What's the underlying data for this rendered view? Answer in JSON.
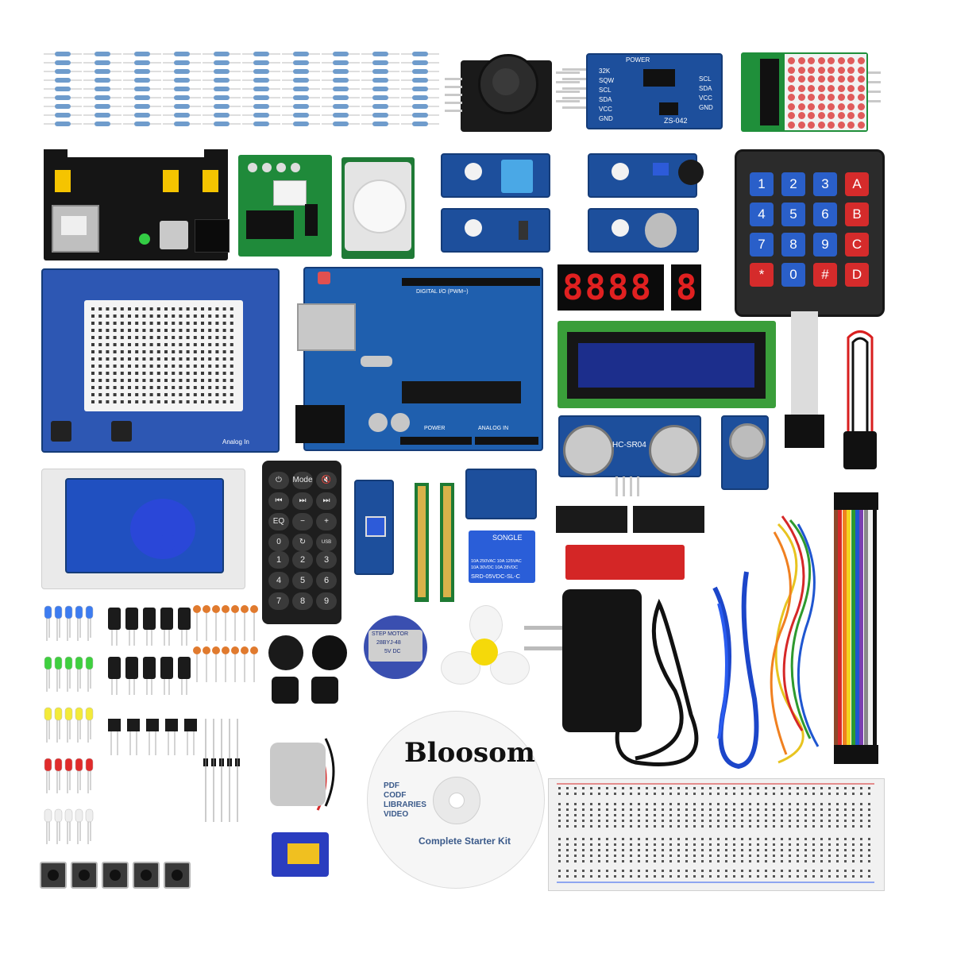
{
  "brand": "Bloosom",
  "disc": {
    "items": [
      "PDF",
      "CODF",
      "LIBRARIES",
      "VIDEO"
    ],
    "subtitle": "Complete Starter Kit"
  },
  "keypad": {
    "keys": [
      "1",
      "2",
      "3",
      "A",
      "4",
      "5",
      "6",
      "B",
      "7",
      "8",
      "9",
      "C",
      "*",
      "0",
      "#",
      "D"
    ]
  },
  "remote": {
    "top_row": [
      "⏻",
      "Mode",
      "🔇"
    ],
    "row2": [
      "⏮",
      "⏭",
      "⏭"
    ],
    "row3": [
      "EQ",
      "−",
      "+"
    ],
    "row4": [
      "0",
      "↻",
      "USB SCAN"
    ],
    "numbers": [
      "1",
      "2",
      "3",
      "4",
      "5",
      "6",
      "7",
      "8",
      "9"
    ]
  },
  "rtc": {
    "power": "POWER",
    "left_pins": [
      "32K",
      "SQW",
      "SCL",
      "SDA",
      "VCC",
      "GND"
    ],
    "right_pins": [
      "SCL",
      "SDA",
      "VCC",
      "GND"
    ],
    "model": "ZS-042"
  },
  "ultrasonic": {
    "model": "HC-SR04"
  },
  "stepper": {
    "line1": "STEP MOTOR",
    "line2": "28BYJ-48",
    "line3": "5V DC"
  },
  "relay": {
    "brand": "SONGLE",
    "line1": "10A 250VAC 10A 125VAC",
    "line2": "10A 30VDC 10A 28VDC",
    "model": "SRD-05VDC-SL-C"
  },
  "uno": {
    "digital": "DIGITAL I/O (PWM~)",
    "power": "POWER",
    "analog": "ANALOG IN"
  },
  "proto": {
    "label": "Analog In"
  },
  "colors": {
    "pcb_blue": "#1d4f9c",
    "keypad_blue": "#2a5fc9",
    "keypad_red": "#d52b2b",
    "lcd_green": "#3a9e3a",
    "seg_red": "#e02020",
    "background": "#ffffff"
  }
}
